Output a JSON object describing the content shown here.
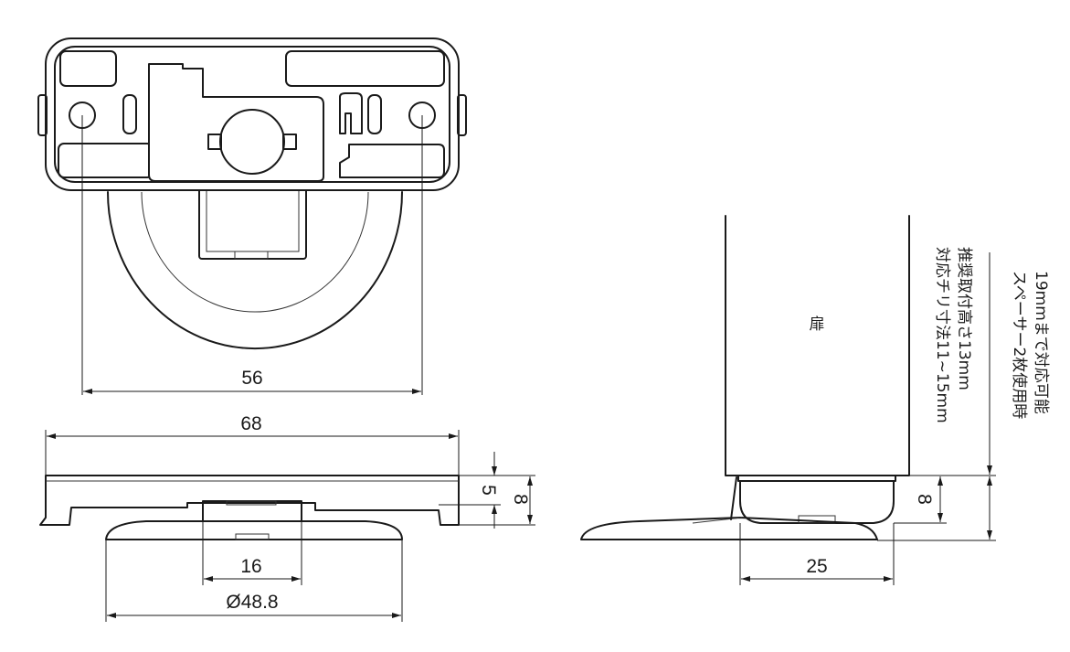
{
  "dimensions": {
    "width_56": "56",
    "width_68": "68",
    "height_5": "5",
    "height_8_left": "8",
    "width_16": "16",
    "diameter": "Ø48.8",
    "height_8_right": "8",
    "width_25": "25"
  },
  "labels": {
    "door": "扉"
  },
  "notes": {
    "note1_line1": "対応チリ寸法11~15mm",
    "note1_line2": "推奨取付高さ13mm",
    "note2_line1": "スペーサー2枚使用時",
    "note2_line2": "19mmまで対応可能"
  },
  "colors": {
    "line": "#1a1a1a",
    "background": "#ffffff"
  }
}
